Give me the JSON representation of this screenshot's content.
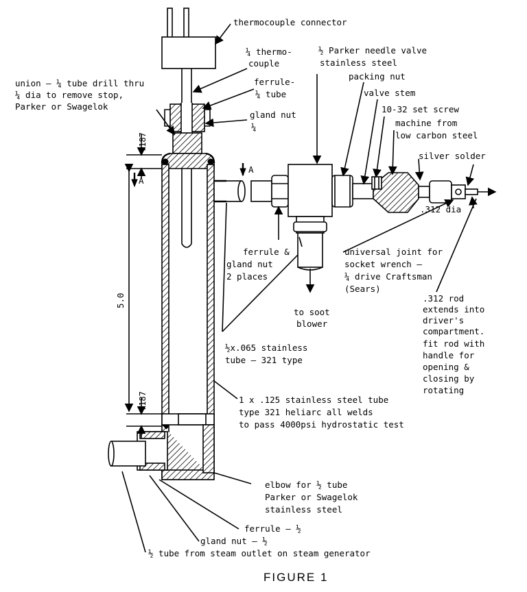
{
  "labels": {
    "thermocouple_connector": "thermocouple connector",
    "thermocouple_1": "¼ thermo-",
    "thermocouple_2": "couple",
    "ferrule_tube_1": "ferrule-",
    "ferrule_tube_2": "¼ tube",
    "gland_nut_1": "gland nut",
    "gland_nut_2": "¼",
    "union_1": "union – ¼ tube drill thru",
    "union_2": "¼ dia to remove stop,",
    "union_3": "Parker or Swagelok",
    "needle_valve_1": "½ Parker needle valve",
    "needle_valve_2": "stainless steel",
    "packing_nut": "packing nut",
    "valve_stem": "valve stem",
    "set_screw_1": "10-32 set screw",
    "set_screw_2": "machine from",
    "set_screw_3": "low carbon steel",
    "silver_solder": "silver solder",
    "section_a_left": "A",
    "section_a_right": "A",
    "dia_312": ".312 dia",
    "ferrule_gland_1": "ferrule &",
    "ferrule_gland_2": "gland nut",
    "ferrule_gland_3": "2 places",
    "universal_1": "universal joint for",
    "universal_2": "socket wrench –",
    "universal_3": "¼ drive Craftsman",
    "universal_4": "(Sears)",
    "soot_1": "to soot",
    "soot_2": "blower",
    "rod_1": ".312 rod",
    "rod_2": "extends into",
    "rod_3": "driver's",
    "rod_4": "compartment.",
    "rod_5": "fit rod with",
    "rod_6": "handle for",
    "rod_7": "opening &",
    "rod_8": "closing by",
    "rod_9": "rotating",
    "tube_065_1": "½x.065 stainless",
    "tube_065_2": "tube – 321 type",
    "dim_top": ".187",
    "dim_length": "5.0",
    "dim_bottom": ".187",
    "steel_tube_1": "1 x .125 stainless steel tube",
    "steel_tube_2": "type 321 heliarc all welds",
    "steel_tube_3": "to pass 4000psi hydrostatic test",
    "elbow_1": "elbow for ½ tube",
    "elbow_2": "Parker or Swagelok",
    "elbow_3": "stainless steel",
    "ferrule_half": "ferrule – ½",
    "gland_half": "gland nut – ½",
    "steam_outlet": "½ tube from steam outlet on steam generator",
    "caption": "FIGURE 1"
  }
}
